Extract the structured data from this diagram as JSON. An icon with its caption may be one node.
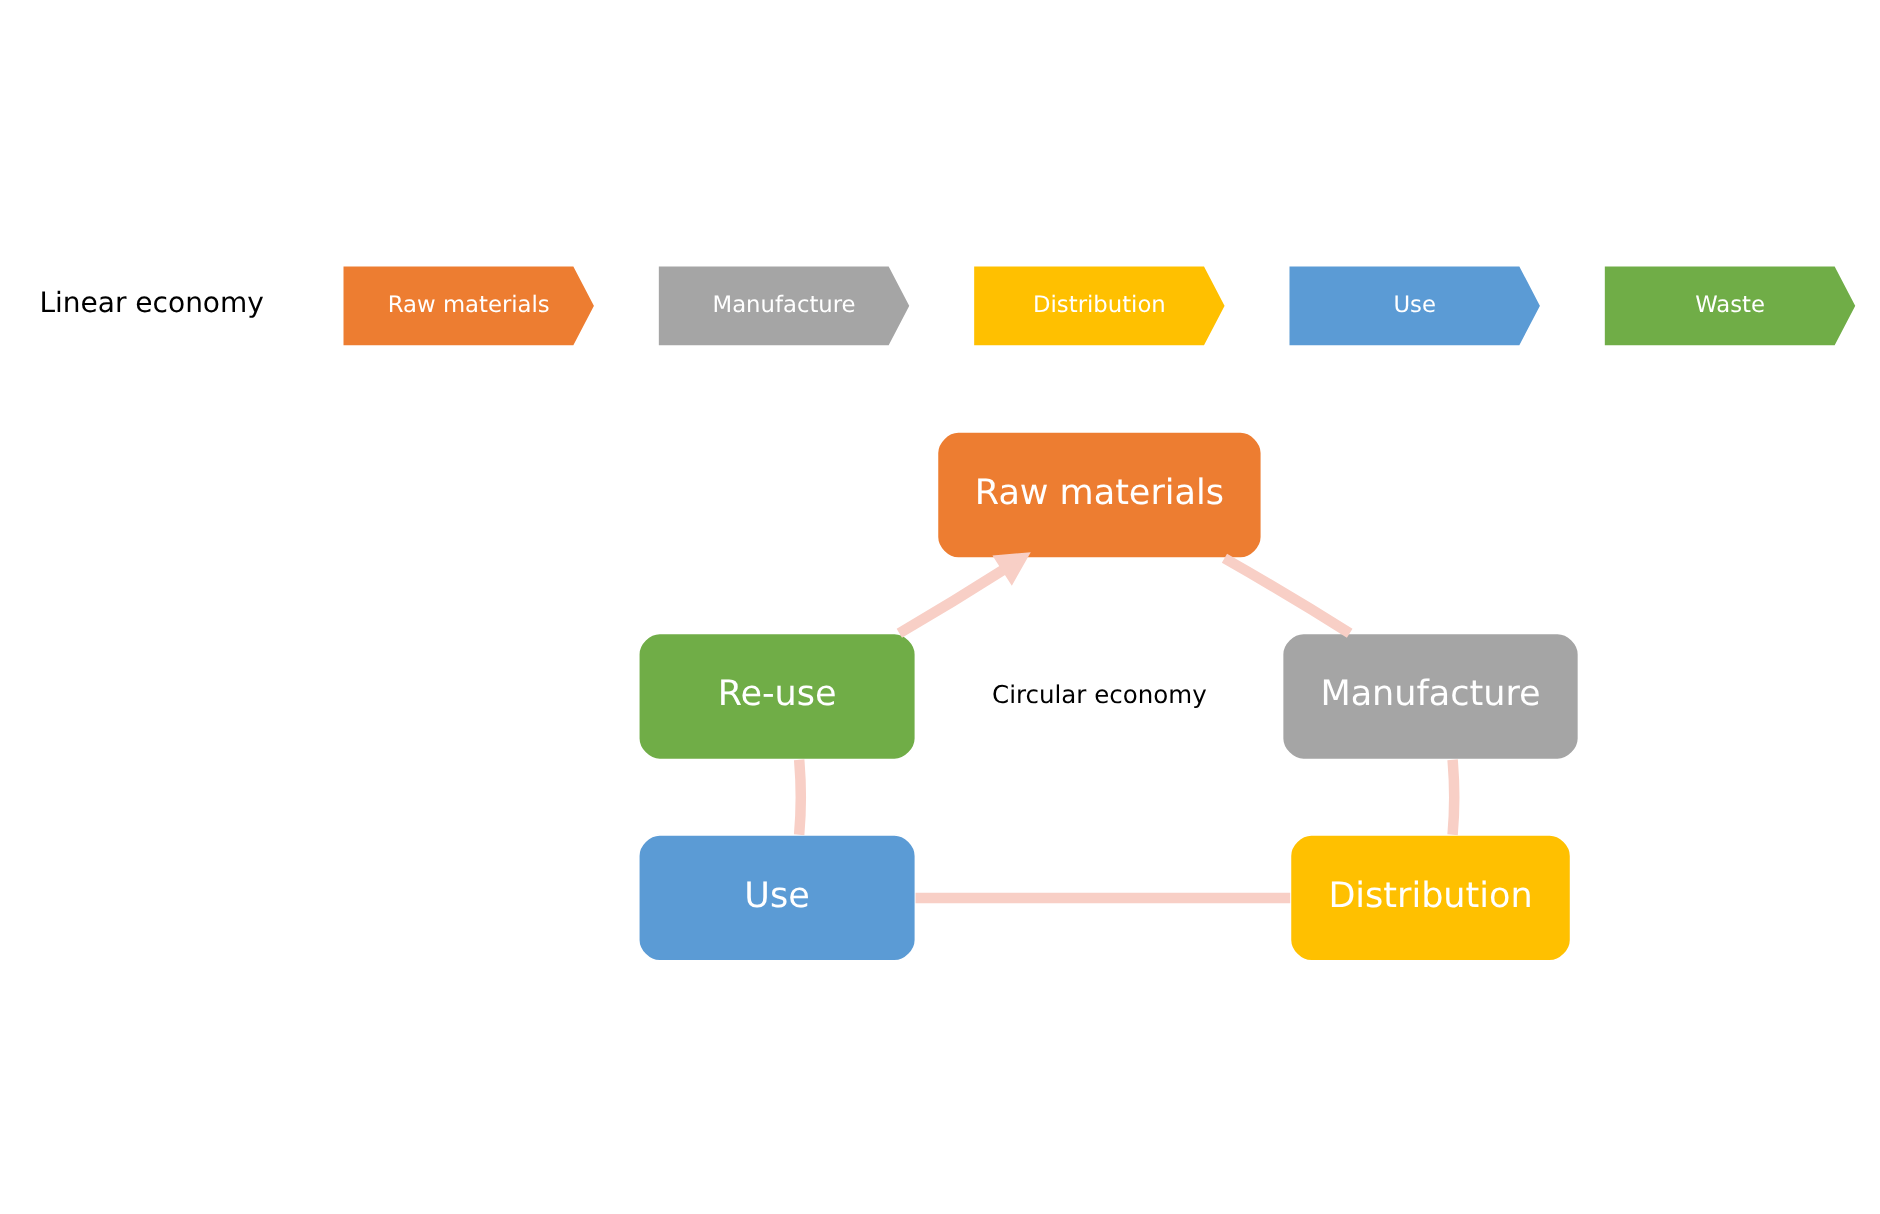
{
  "diagram": {
    "nodes": [
      {
        "text": [
          "Raw materials"
        ]
      },
      {
        "text": [
          "Manufacture"
        ]
      },
      {
        "text": [
          "Distribution"
        ]
      },
      {
        "text": [
          "Use"
        ]
      },
      {
        "text": [
          "Waste"
        ]
      },
      {
        "text": [
          "Raw materials"
        ]
      },
      {
        "text": [
          "Manufacture"
        ]
      },
      {
        "text": [
          "Distribution"
        ]
      },
      {
        "text": [
          "Use"
        ]
      },
      {
        "text": [
          "Re-use"
        ]
      }
    ],
    "edges": [
      {
        "from": 5,
        "to": 6,
        "arrow": "none"
      },
      {
        "from": 6,
        "to": 7,
        "arrow": "none"
      },
      {
        "from": 7,
        "to": 8,
        "arrow": "none"
      },
      {
        "from": 8,
        "to": 9,
        "arrow": "none"
      },
      {
        "from": 9,
        "to": 5,
        "arrow": "to"
      }
    ],
    "labels": [
      "Linear economy",
      "Circular economy"
    ]
  }
}
